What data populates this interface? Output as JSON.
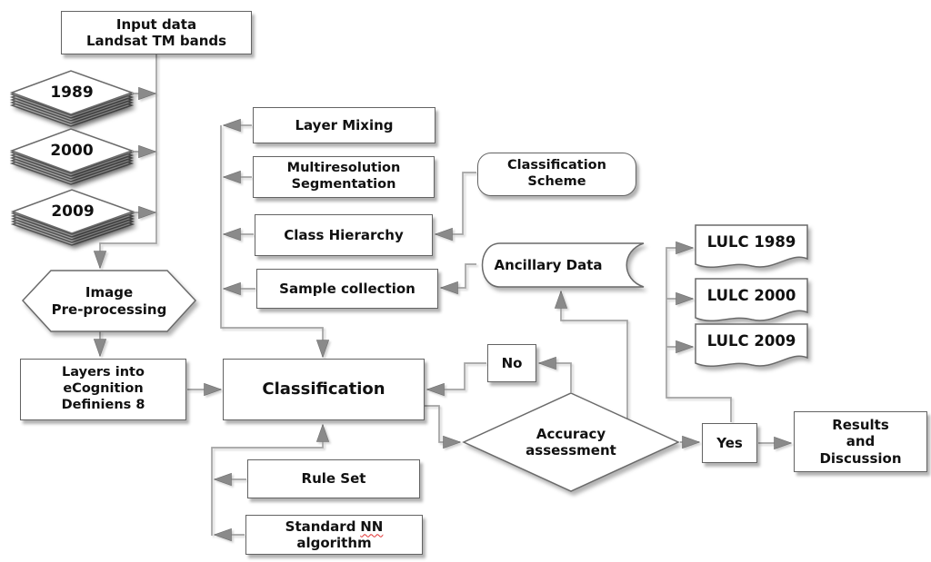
{
  "palette": {
    "background": "#ffffff",
    "box_border": "#636363",
    "connector_line": "#a2a2a2",
    "arrowhead": "#8a8a8a",
    "text": "#111111",
    "spellcheck_squiggle": "#e03030"
  },
  "nodes": {
    "input_data": "Input data\nLandsat TM bands",
    "stack_1989": "1989",
    "stack_2000": "2000",
    "stack_2009": "2009",
    "image_preprocessing": "Image\nPre-processing",
    "layers_into_ecognition": "Layers into\neCognition\nDefiniens 8",
    "classification": "Classification",
    "layer_mixing": "Layer Mixing",
    "multiresolution_segmentation": "Multiresolution\nSegmentation",
    "class_hierarchy": "Class Hierarchy",
    "sample_collection": "Sample collection",
    "classification_scheme": "Classification\nScheme",
    "ancillary_data": "Ancillary Data",
    "no_label": "No",
    "accuracy_assessment": "Accuracy\nassessment",
    "yes_label": "Yes",
    "lulc_1989": "LULC 1989",
    "lulc_2000": "LULC 2000",
    "lulc_2009": "LULC 2009",
    "results_discussion": "Results\nand\nDiscussion",
    "rule_set": "Rule Set",
    "standard_nn": {
      "word1": "Standard",
      "word2_misspelled": "NN",
      "line2": "algorithm"
    }
  }
}
